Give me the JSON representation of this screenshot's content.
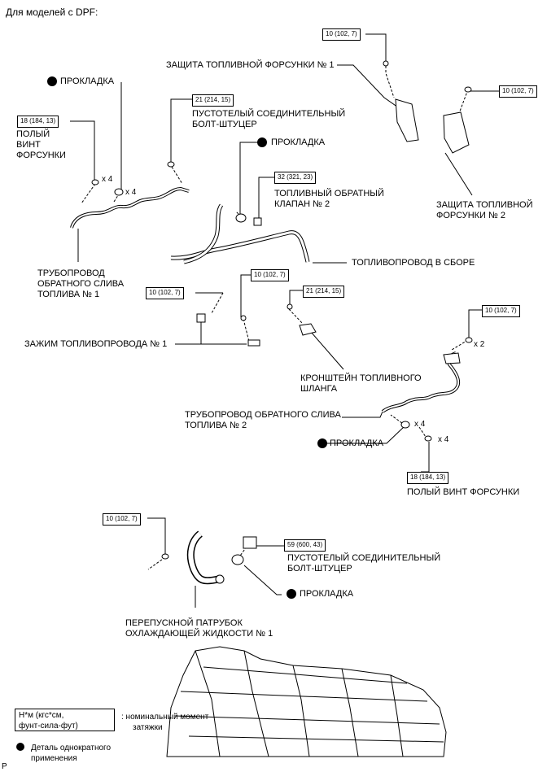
{
  "title": "Для моделей с DPF:",
  "torques": {
    "t1": "10 (102, 7)",
    "t2": "10 (102, 7)",
    "t3": "21 (214, 15)",
    "t4": "18 (184, 13)",
    "t5": "32 (321, 23)",
    "t6": "10 (102, 7)",
    "t7": "10 (102, 7)",
    "t8": "21 (214, 15)",
    "t9": "10 (102, 7)",
    "t10": "18 (184, 13)",
    "t11": "10 (102, 7)",
    "t12": "59 (600, 43)"
  },
  "labels": {
    "gasket1": "ПРОКЛАДКА",
    "gasket2": "ПРОКЛАДКА",
    "gasket3": "ПРОКЛАДКА",
    "gasket4": "ПРОКЛАДКА",
    "hollow_screw_1": [
      "ПОЛЫЙ",
      "ВИНТ",
      "ФОРСУНКИ"
    ],
    "union_bolt_1": [
      "ПУСТОТЕЛЫЙ СОЕДИНИТЕЛЬНЫЙ",
      "БОЛТ-ШТУЦЕР"
    ],
    "check_valve": [
      "ТОПЛИВНЫЙ ОБРАТНЫЙ",
      "КЛАПАН № 2"
    ],
    "injector_guard_1": "ЗАЩИТА ТОПЛИВНОЙ ФОРСУНКИ № 1",
    "injector_guard_2": [
      "ЗАЩИТА ТОПЛИВНОЙ",
      "ФОРСУНКИ № 2"
    ],
    "return_pipe_1": [
      "ТРУБОПРОВОД",
      "ОБРАТНОГО СЛИВА",
      "ТОПЛИВА № 1"
    ],
    "fuel_line_assy": "ТОПЛИВОПРОВОД В СБОРЕ",
    "clamp_1": "ЗАЖИМ ТОПЛИВОПРОВОДА № 1",
    "hose_bracket": [
      "КРОНШТЕЙН ТОПЛИВНОГО",
      "ШЛАНГА"
    ],
    "return_pipe_2": [
      "ТРУБОПРОВОД ОБРАТНОГО СЛИВА",
      "ТОПЛИВА № 2"
    ],
    "hollow_screw_2": "ПОЛЫЙ ВИНТ ФОРСУНКИ",
    "union_bolt_2": [
      "ПУСТОТЕЛЫЙ СОЕДИНИТЕЛЬНЫЙ",
      "БОЛТ-ШТУЦЕР"
    ],
    "bypass_pipe": [
      "ПЕРЕПУСКНОЙ ПАТРУБОК",
      "ОХЛАЖДАЮЩЕЙ ЖИДКОСТИ № 1"
    ]
  },
  "qty": {
    "q1": "x 4",
    "q2": "x 4",
    "q3": "x 2",
    "q4": "x 4",
    "q5": "x 4"
  },
  "legend": {
    "unit_lines": [
      "Н*м (кгс*см,",
      "фунт-сила-фут)"
    ],
    "unit_desc": [
      ": номинальный момент",
      "затяжки"
    ],
    "single_use": [
      "Деталь однократного",
      "применения"
    ]
  },
  "corner_mark": "P"
}
